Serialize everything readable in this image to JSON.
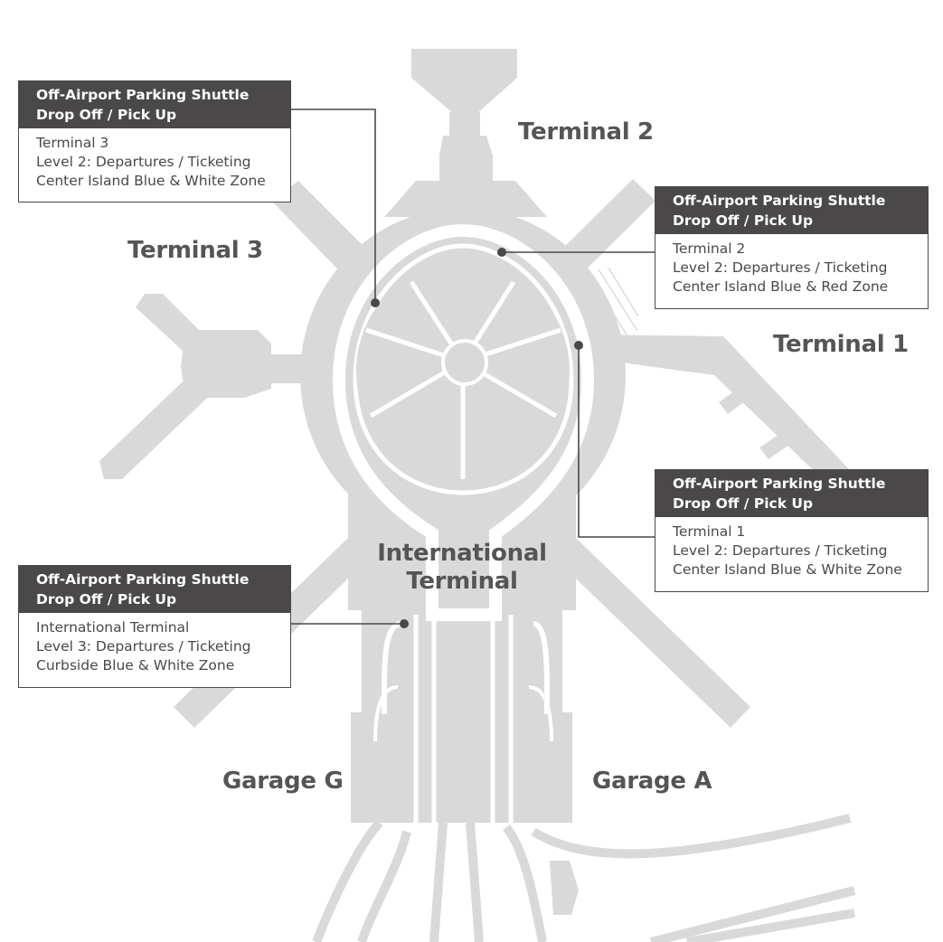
{
  "map": {
    "areas": {
      "terminal_2": "Terminal 2",
      "terminal_3": "Terminal 3",
      "terminal_1": "Terminal 1",
      "international_line1": "International",
      "international_line2": "Terminal",
      "garage_g": "Garage G",
      "garage_a": "Garage A"
    },
    "callouts": [
      {
        "title_line1": "Off-Airport Parking Shuttle",
        "title_line2": "Drop Off / Pick Up",
        "terminal": "Terminal 3",
        "level": "Level 2: Departures / Ticketing",
        "zone": "Center Island Blue & White Zone"
      },
      {
        "title_line1": "Off-Airport Parking Shuttle",
        "title_line2": "Drop Off / Pick Up",
        "terminal": "Terminal 2",
        "level": "Level 2: Departures / Ticketing",
        "zone": "Center Island Blue & Red Zone"
      },
      {
        "title_line1": "Off-Airport Parking Shuttle",
        "title_line2": "Drop Off / Pick Up",
        "terminal": "Terminal 1",
        "level": "Level 2: Departures / Ticketing",
        "zone": "Center Island Blue & White Zone"
      },
      {
        "title_line1": "Off-Airport Parking Shuttle",
        "title_line2": "Drop Off / Pick Up",
        "terminal": "International Terminal",
        "level": "Level 3: Departures / Ticketing",
        "zone": "Curbside Blue & White Zone"
      }
    ],
    "colors": {
      "building": "#d9d9d9",
      "road": "#ffffff",
      "callout_header": "#4a4849",
      "label_text": "#555557",
      "leader_line": "#4a4849"
    }
  }
}
